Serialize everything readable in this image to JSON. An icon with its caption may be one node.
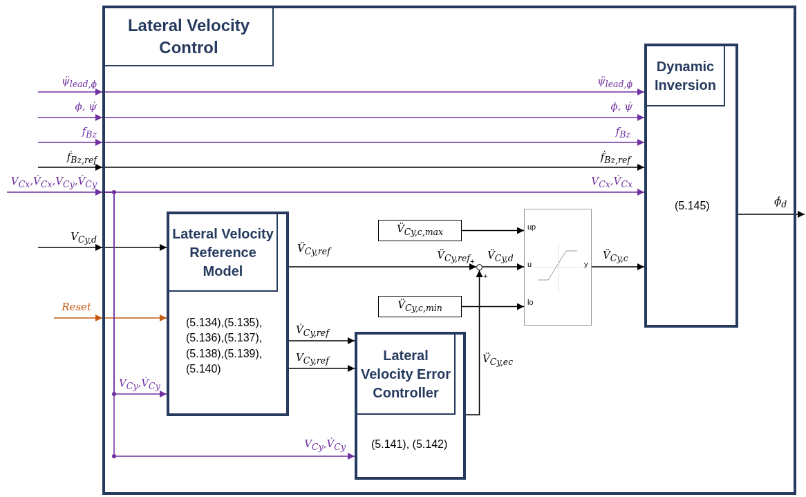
{
  "diagram": {
    "nodes": [
      {
        "text": [
          "Lateral Velocity Control"
        ]
      },
      {
        "text": [
          "Dynamic Inversion",
          "(5.145)"
        ],
        "in": 0
      },
      {
        "text": [
          "Lateral Velocity Reference Model",
          "(5.134),(5.135), (5.136),(5.137), (5.138),(5.139), (5.140)"
        ],
        "in": 0
      },
      {
        "text": [
          "Lateral Velocity Error Controller",
          "(5.141), (5.142)"
        ],
        "in": 0
      },
      {
        "text": [
          "V̈$_{Cy,c,max}$"
        ],
        "in": 0
      },
      {
        "text": [
          "V̈$_{Cy,c,min}$"
        ],
        "in": 0
      },
      {
        "text": [
          "up",
          "u",
          "lo",
          "y"
        ],
        "in": 0
      },
      {
        "text": [],
        "shape": "circle",
        "in": 0,
        "beside": [
          "+",
          "+"
        ]
      }
    ],
    "edges": [
      {
        "from": null,
        "to": 0,
        "arrow": "to",
        "label": "ψ̈$_{lead,ϕ}$",
        "color": "#7030a0"
      },
      {
        "from": 0,
        "to": 1,
        "arrow": "to",
        "label": "ψ̈$_{lead,ϕ}$",
        "color": "#7030a0"
      },
      {
        "from": null,
        "to": 0,
        "arrow": "to",
        "label": "ϕ, ψ̇",
        "color": "#7030a0"
      },
      {
        "from": 0,
        "to": 1,
        "arrow": "to",
        "label": "ϕ, ψ̇",
        "color": "#7030a0"
      },
      {
        "from": null,
        "to": 0,
        "arrow": "to",
        "label": "f$_{Bz}$",
        "color": "#7030a0"
      },
      {
        "from": 0,
        "to": 1,
        "arrow": "to",
        "label": "f$_{Bz}$",
        "color": "#7030a0"
      },
      {
        "from": null,
        "to": 0,
        "arrow": "to",
        "label": "ḟ$_{Bz,ref}$"
      },
      {
        "from": 0,
        "to": 1,
        "arrow": "to",
        "label": "ḟ$_{Bz,ref}$"
      },
      {
        "from": null,
        "to": 0,
        "arrow": "to",
        "label": "V$_{Cx}$,V̇$_{Cx}$,V$_{Cy}$,V̇$_{Cy}$",
        "color": "#7030a0"
      },
      {
        "from": 0,
        "to": 1,
        "arrow": "to",
        "label": "V$_{Cx}$,V̇$_{Cx}$",
        "color": "#7030a0"
      },
      {
        "from": null,
        "to": 0,
        "arrow": "to",
        "label": "V$_{Cy,d}$"
      },
      {
        "from": 0,
        "to": 2,
        "arrow": "to"
      },
      {
        "from": null,
        "to": 0,
        "arrow": "to",
        "label": "Reset",
        "color": "#c55a11"
      },
      {
        "from": 0,
        "to": 2,
        "arrow": "to",
        "color": "#c55a11"
      },
      {
        "from": 0,
        "to": 2,
        "arrow": "to",
        "label": "V$_{Cy}$,V̇$_{Cy}$",
        "color": "#7030a0"
      },
      {
        "from": 0,
        "to": 3,
        "arrow": "to",
        "label": "V$_{Cy}$,V̇$_{Cy}$",
        "color": "#7030a0"
      },
      {
        "from": 2,
        "to": 7,
        "arrow": "to",
        "label": "V̈$_{Cy,ref}$"
      },
      {
        "from": 2,
        "to": 3,
        "arrow": "to",
        "label": "V̇$_{Cy,ref}$"
      },
      {
        "from": 2,
        "to": 3,
        "arrow": "to",
        "label": "V$_{Cy,ref}$"
      },
      {
        "from": 3,
        "to": 7,
        "arrow": "to",
        "label": "V̈$_{Cy,ec}$"
      },
      {
        "from": 7,
        "to": 6,
        "arrow": "to",
        "label": "V̈$_{Cy,d}$"
      },
      {
        "from": 4,
        "to": 6,
        "arrow": "to"
      },
      {
        "from": 5,
        "to": 6,
        "arrow": "to"
      },
      {
        "from": 6,
        "to": 1,
        "arrow": "to",
        "label": "V̈$_{Cy,c}$"
      },
      {
        "from": 1,
        "to": null,
        "arrow": "to",
        "label": "ϕ̇$_{d}$"
      }
    ],
    "labels": [
      "V̈$_{Cy,ref}$"
    ]
  }
}
